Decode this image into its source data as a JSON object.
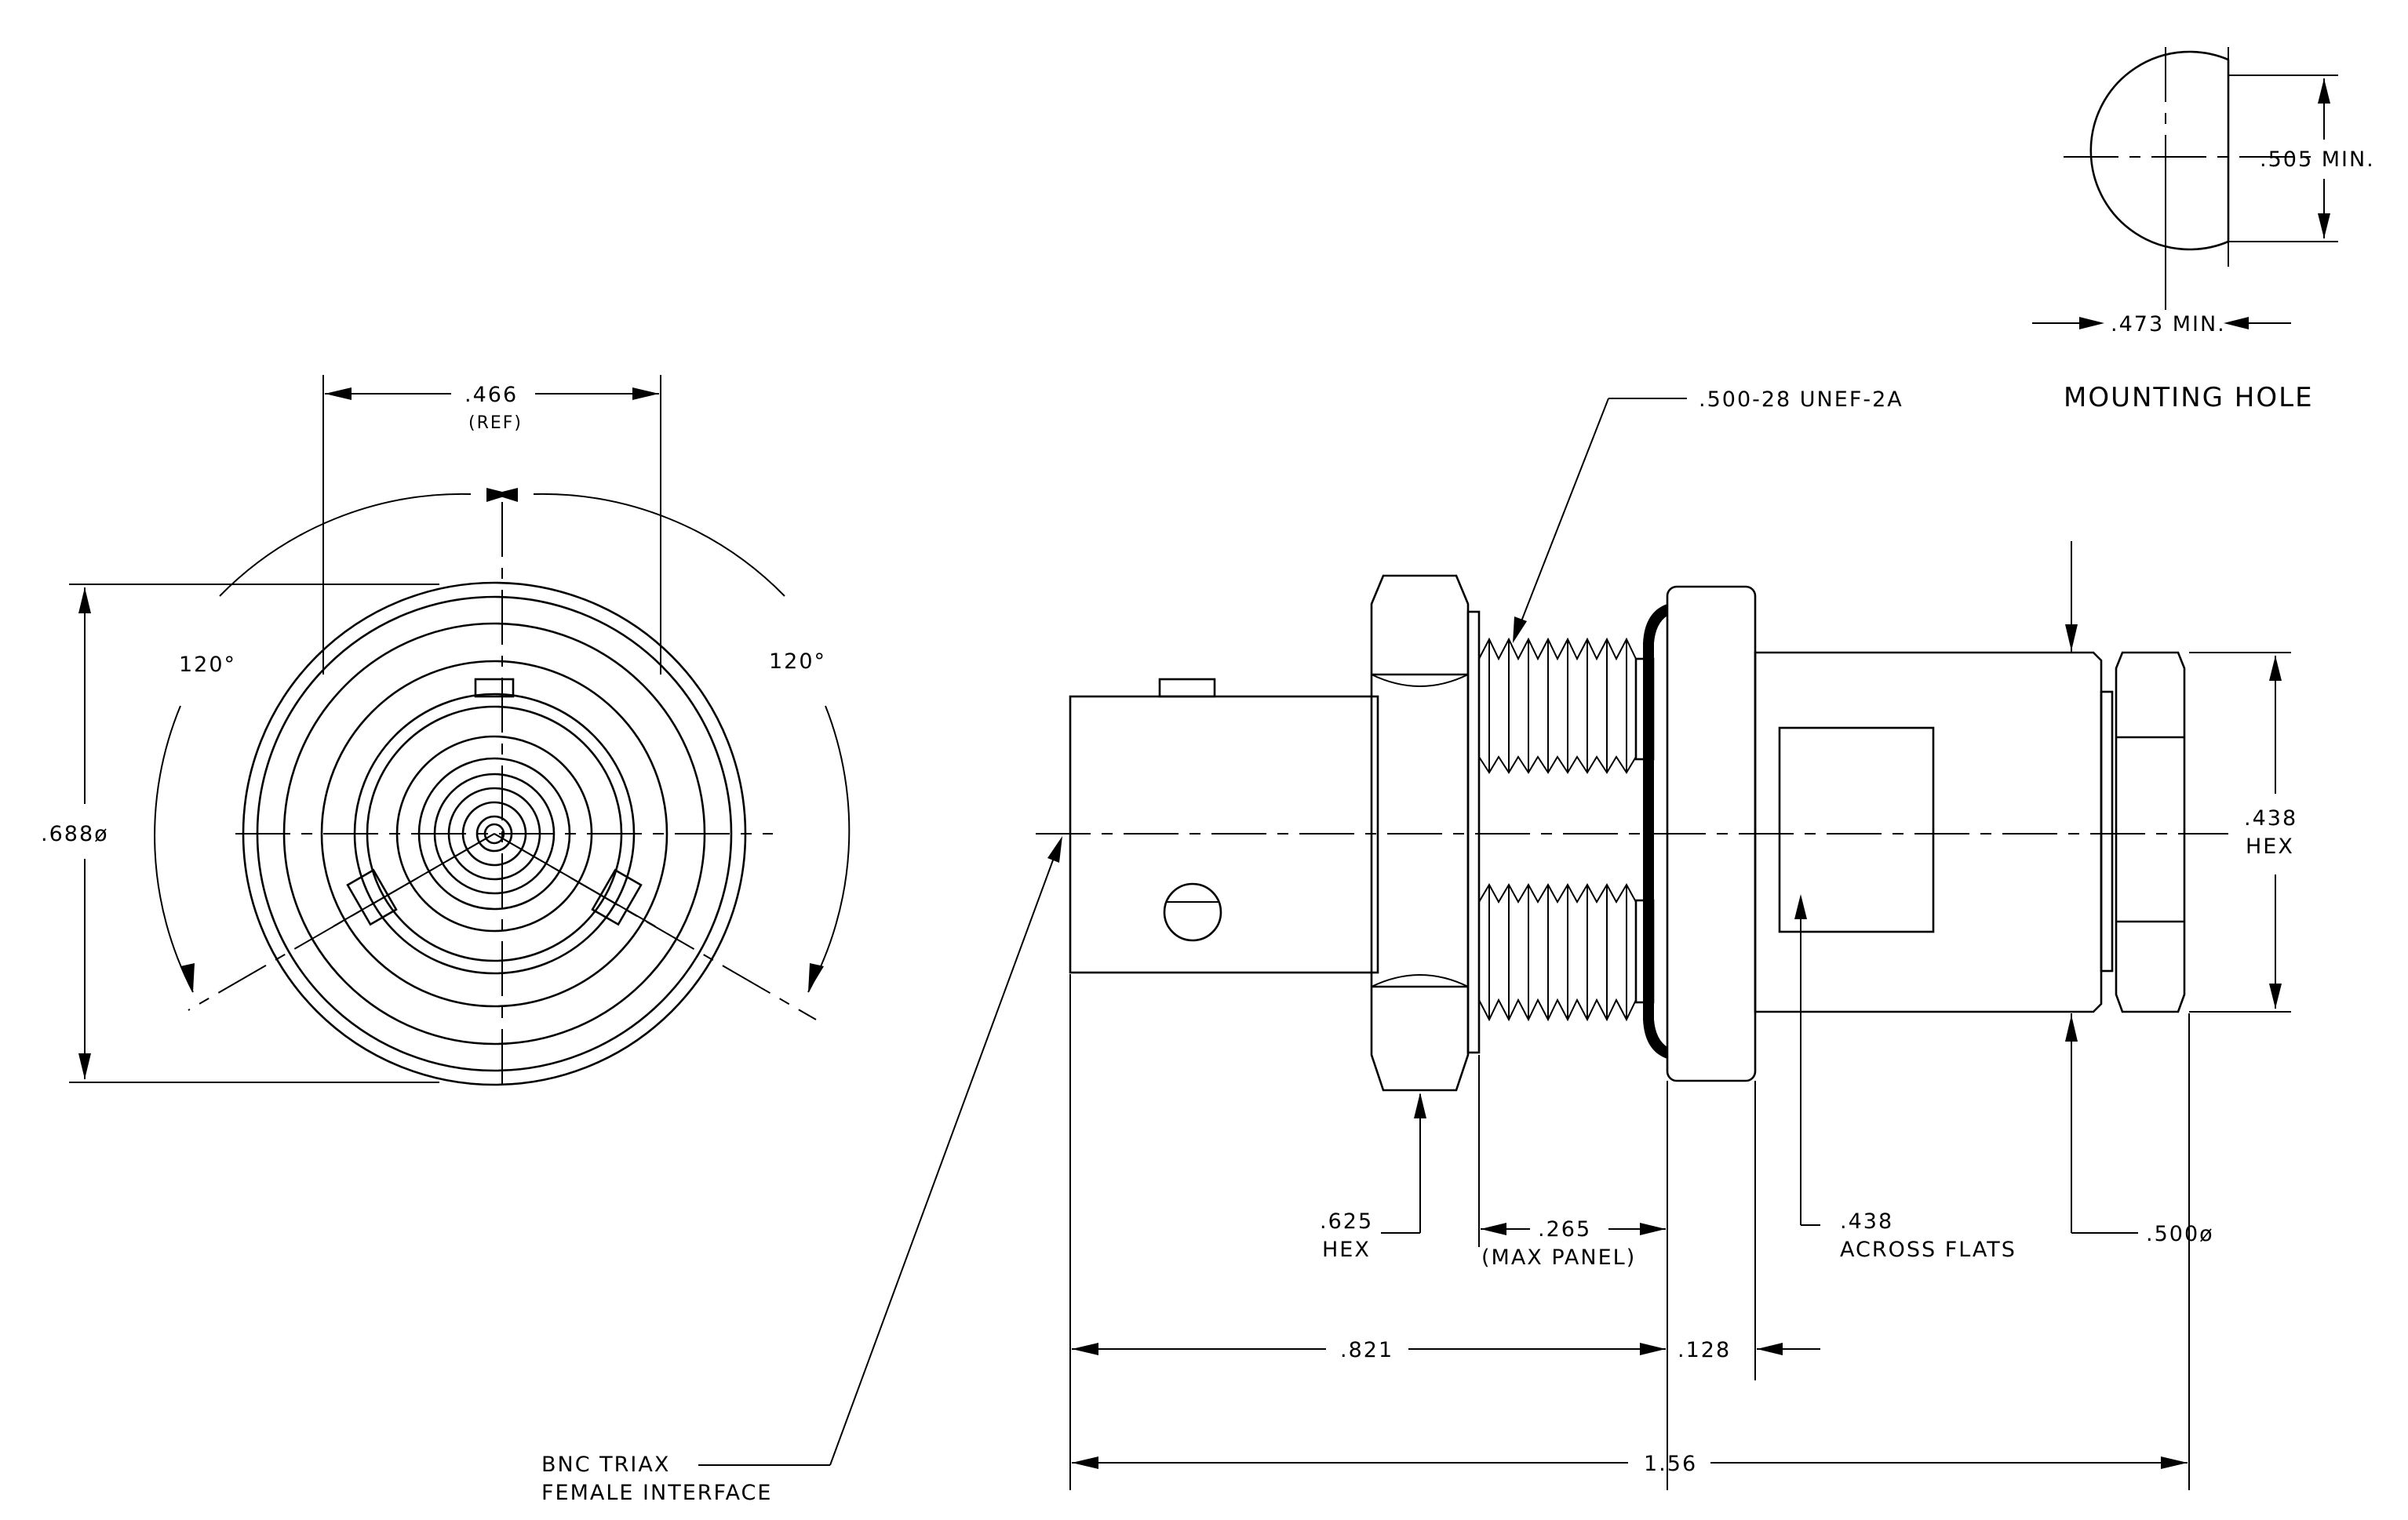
{
  "mounting_hole": {
    "title": "MOUNTING HOLE",
    "dim_height": ".505 MIN.",
    "dim_width": ".473 MIN."
  },
  "front_view": {
    "dim_top": ".466",
    "dim_top_note": "(REF)",
    "angle_left": "120°",
    "angle_right": "120°",
    "dim_diameter": ".688ø"
  },
  "side_view": {
    "thread_label": ".500-28 UNEF-2A",
    "hex_small_value": ".438",
    "hex_small_label": "HEX",
    "nut_value": ".625",
    "nut_label": "HEX",
    "panel_value": ".265",
    "panel_label": "(MAX PANEL)",
    "flats_value": ".438",
    "flats_label": "ACROSS FLATS",
    "body_diameter": ".500ø",
    "len_front": ".821",
    "len_flange": ".128",
    "len_total": "1.56",
    "interface_line1": "BNC TRIAX",
    "interface_line2": "FEMALE INTERFACE"
  }
}
